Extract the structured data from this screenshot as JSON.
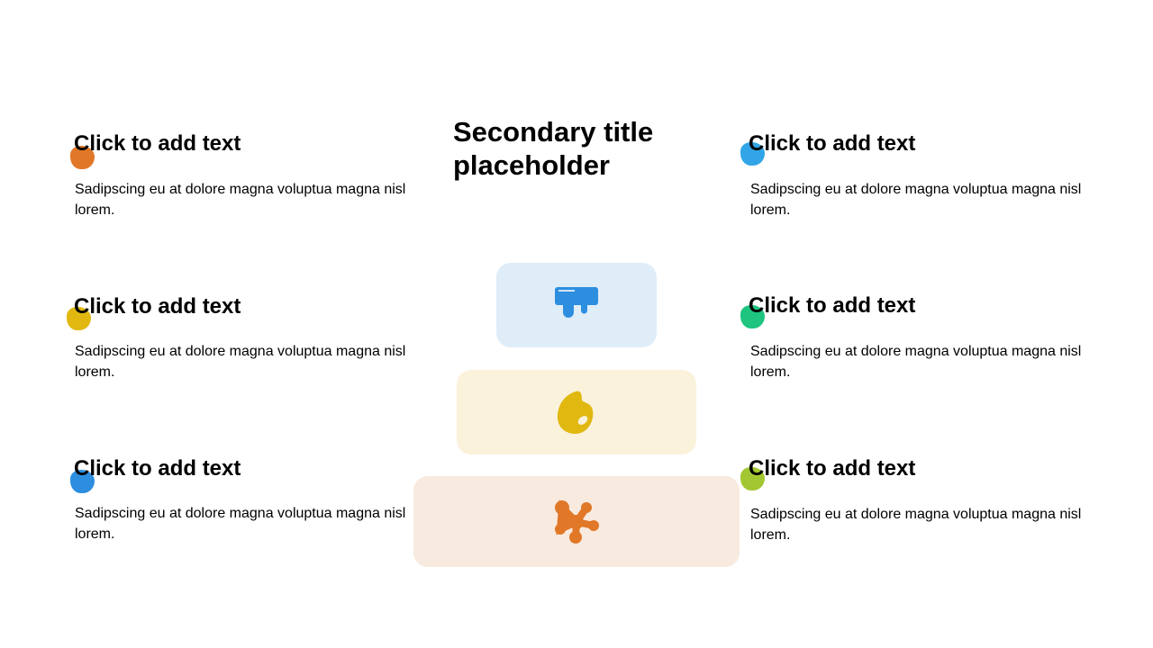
{
  "title": "Secondary title placeholder",
  "items": [
    {
      "heading": "Click to add text",
      "body": "Sadipscing eu at dolore magna voluptua magna nisl lorem.",
      "color": "#e07828"
    },
    {
      "heading": "Click to add text",
      "body": "Sadipscing eu at dolore magna voluptua magna nisl lorem.",
      "color": "#e0b810"
    },
    {
      "heading": "Click to add text",
      "body": "Sadipscing eu at dolore magna voluptua magna nisl lorem.",
      "color": "#2d8ee0"
    },
    {
      "heading": "Click to add text",
      "body": "Sadipscing eu at dolore magna voluptua magna nisl lorem.",
      "color": "#31a5e8"
    },
    {
      "heading": "Click to add text",
      "body": "Sadipscing eu at dolore magna voluptua magna nisl lorem.",
      "color": "#1fc47f"
    },
    {
      "heading": "Click to add text",
      "body": "Sadipscing eu at dolore magna voluptua magna nisl lorem.",
      "color": "#a3c732"
    }
  ],
  "tiers": [
    {
      "icon": "paint-drip-icon",
      "color": "#2d8ee0",
      "bg": "#dfedf8"
    },
    {
      "icon": "palette-icon",
      "color": "#e0b810",
      "bg": "#fbf2dc"
    },
    {
      "icon": "paint-splash-icon",
      "color": "#e07828",
      "bg": "#f8eadf"
    }
  ]
}
